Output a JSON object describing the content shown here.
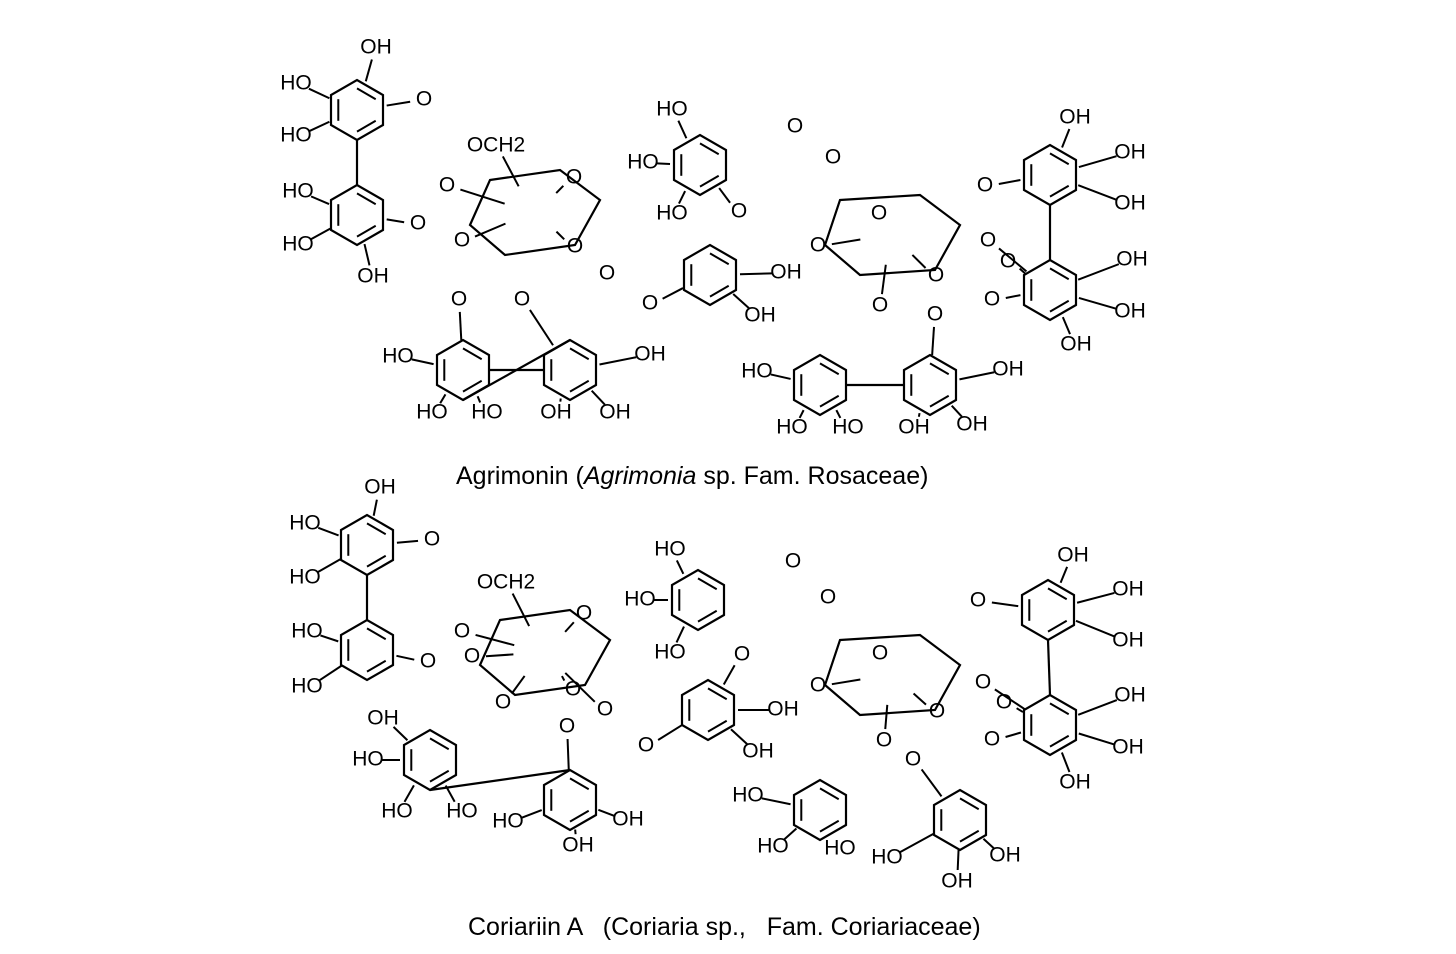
{
  "captions": {
    "agrimonin": {
      "name": "Agrimonin (",
      "genus": "Agrimonia",
      "rest": " sp. Fam. Rosaceae)"
    },
    "coriariin": {
      "text": "Coriariin A   (Coriaria sp.,   Fam. Coriariaceae)"
    }
  },
  "molecules": [
    {
      "name": "Agrimonin",
      "atom_labels": [
        "OH",
        "HO",
        "HO",
        "O",
        "OCH2",
        "HO",
        "O",
        "O",
        "HO",
        "OH",
        "O",
        "O",
        "O",
        "O",
        "O",
        "O",
        "O",
        "HO",
        "HO",
        "HO",
        "O",
        "O",
        "O",
        "O",
        "O",
        "O",
        "O",
        "O",
        "O",
        "O",
        "O",
        "O",
        "OH",
        "OH",
        "OH",
        "OH",
        "OH",
        "OH",
        "OH",
        "OH",
        "HO",
        "OH",
        "HO",
        "HO",
        "OH",
        "OH",
        "HO",
        "OH",
        "HO",
        "HO",
        "OH",
        "OH"
      ]
    },
    {
      "name": "Coriariin A",
      "atom_labels": [
        "OH",
        "HO",
        "HO",
        "O",
        "OCH2",
        "HO",
        "O",
        "O",
        "HO",
        "OH",
        "O",
        "O",
        "O",
        "O",
        "O",
        "O",
        "O",
        "HO",
        "HO",
        "HO",
        "O",
        "O",
        "O",
        "O",
        "O",
        "O",
        "O",
        "O",
        "O",
        "O",
        "O",
        "O",
        "OH",
        "OH",
        "OH",
        "OH",
        "OH",
        "OH",
        "OH",
        "OH",
        "HO",
        "HO",
        "HO",
        "HO",
        "OH",
        "OH",
        "HO",
        "HO",
        "HO",
        "HO",
        "OH",
        "OH"
      ]
    }
  ]
}
